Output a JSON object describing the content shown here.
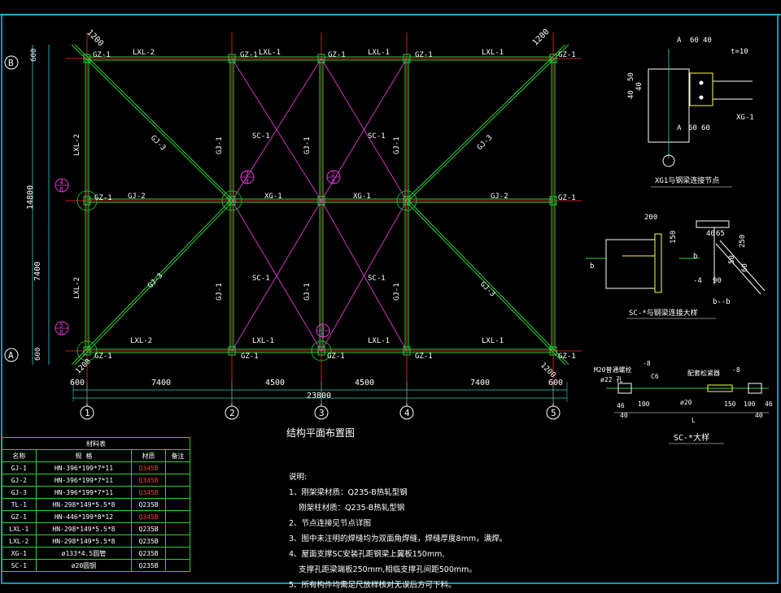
{
  "colors": {
    "beam": "#2bd13a",
    "brace": "#e23ad6",
    "axis": "#ff2a2a",
    "dim": "#2bd1d1",
    "text": "#ffffff",
    "frame": "#22c8e8",
    "detail": "#ffff40"
  },
  "plan": {
    "title": "结构平面布置图",
    "axes_letters": [
      "B",
      "A"
    ],
    "axes_numbers": [
      "1",
      "2",
      "3",
      "4",
      "5"
    ],
    "top_dims": [
      "1200",
      "1200"
    ],
    "bottom_dims": [
      "600",
      "7400",
      "4500",
      "4500",
      "7400",
      "600"
    ],
    "total_dim": "23800",
    "left_dims": [
      "600",
      "14800",
      "7400",
      "600",
      "1200"
    ],
    "col_labels": [
      "GZ-1",
      "GZ-1",
      "GZ-1",
      "GZ-1",
      "GZ-1",
      "GZ-1",
      "GZ-1",
      "GZ-1",
      "GZ-1",
      "GZ-1",
      "GZ-1",
      "GZ-1"
    ],
    "top_beams": [
      "LXL-2",
      "LXL-1",
      "LXL-1",
      "LXL-1"
    ],
    "bottom_beams": [
      "LXL-2",
      "LXL-1",
      "LXL-1",
      "LXL-1"
    ],
    "mid_beams": [
      "GJ-2",
      "XG-1",
      "XG-1",
      "GJ-2"
    ],
    "side_beams": [
      "LXL-2",
      "LXL-2"
    ],
    "diag": [
      "GJ-3",
      "GJ-3",
      "GJ-3",
      "GJ-3"
    ],
    "vert": [
      "GJ-1",
      "GJ-1",
      "GJ-1",
      "GJ-1",
      "GJ-1",
      "GJ-1"
    ],
    "braces": [
      "SC-1",
      "SC-1",
      "SC-1",
      "SC-1"
    ],
    "callouts": [
      [
        "4",
        "8"
      ],
      [
        "5",
        "8"
      ],
      [
        "7",
        "8"
      ],
      [
        "2",
        "8"
      ],
      [
        "3",
        "8"
      ]
    ]
  },
  "details": {
    "xg_title": "XG1与钢梁连接节点",
    "xg_dims": [
      "A",
      "60",
      "40",
      "t=10",
      "50",
      "40",
      "40",
      "A",
      "60",
      "60",
      "XG-1"
    ],
    "sc_title": "SC-*与钢梁连接大样",
    "sc_dims": [
      "200",
      "150",
      "b",
      "b",
      "40",
      "65",
      "250",
      "50",
      "60",
      "-4",
      "90",
      "b--b"
    ],
    "sc2_title": "SC-*大样",
    "sc2_labels": [
      "M20普通螺栓",
      "ø22 孔",
      "-8",
      "C6",
      "配套松紧器",
      "-8",
      "46",
      "100",
      "ø20",
      "150",
      "100",
      "46",
      "40",
      "L",
      "40"
    ]
  },
  "material_table": {
    "caption": "材料表",
    "headers": [
      "名称",
      "规 格",
      "材质",
      "备注"
    ],
    "rows": [
      [
        "GJ-1",
        "HN-396*199*7*11",
        "Q345B",
        ""
      ],
      [
        "GJ-2",
        "HN-396*199*7*11",
        "Q345B",
        ""
      ],
      [
        "GJ-3",
        "HN-396*199*7*11",
        "Q345B",
        ""
      ],
      [
        "TL-1",
        "HN-298*149*5.5*8",
        "Q235B",
        ""
      ],
      [
        "GZ-1",
        "HN-446*199*8*12",
        "Q345B",
        ""
      ],
      [
        "LXL-1",
        "HN-298*149*5.5*8",
        "Q235B",
        ""
      ],
      [
        "LXL-2",
        "HN-298*149*5.5*8",
        "Q235B",
        ""
      ],
      [
        "XG-1",
        "ø133*4.5圆管",
        "Q235B",
        ""
      ],
      [
        "SC-1",
        "ø20圆钢",
        "Q235B",
        ""
      ]
    ]
  },
  "notes": {
    "heading": "说明:",
    "lines": [
      "1、刚架梁材质：Q235-B热轧型钢",
      "   刚架柱材质：Q235-B热轧型钢",
      "2、节点连接见节点详图",
      "3、图中未注明的焊缝均为双面角焊缝，焊缝厚度8mm，满焊。",
      "4、屋面支撑SC安装孔距钢梁上翼板150mm,",
      "   支撑孔距梁端板250mm,相临支撑孔间距500mm。",
      "5、所有构件均需足尺放样核对无误后方可下料。"
    ]
  }
}
